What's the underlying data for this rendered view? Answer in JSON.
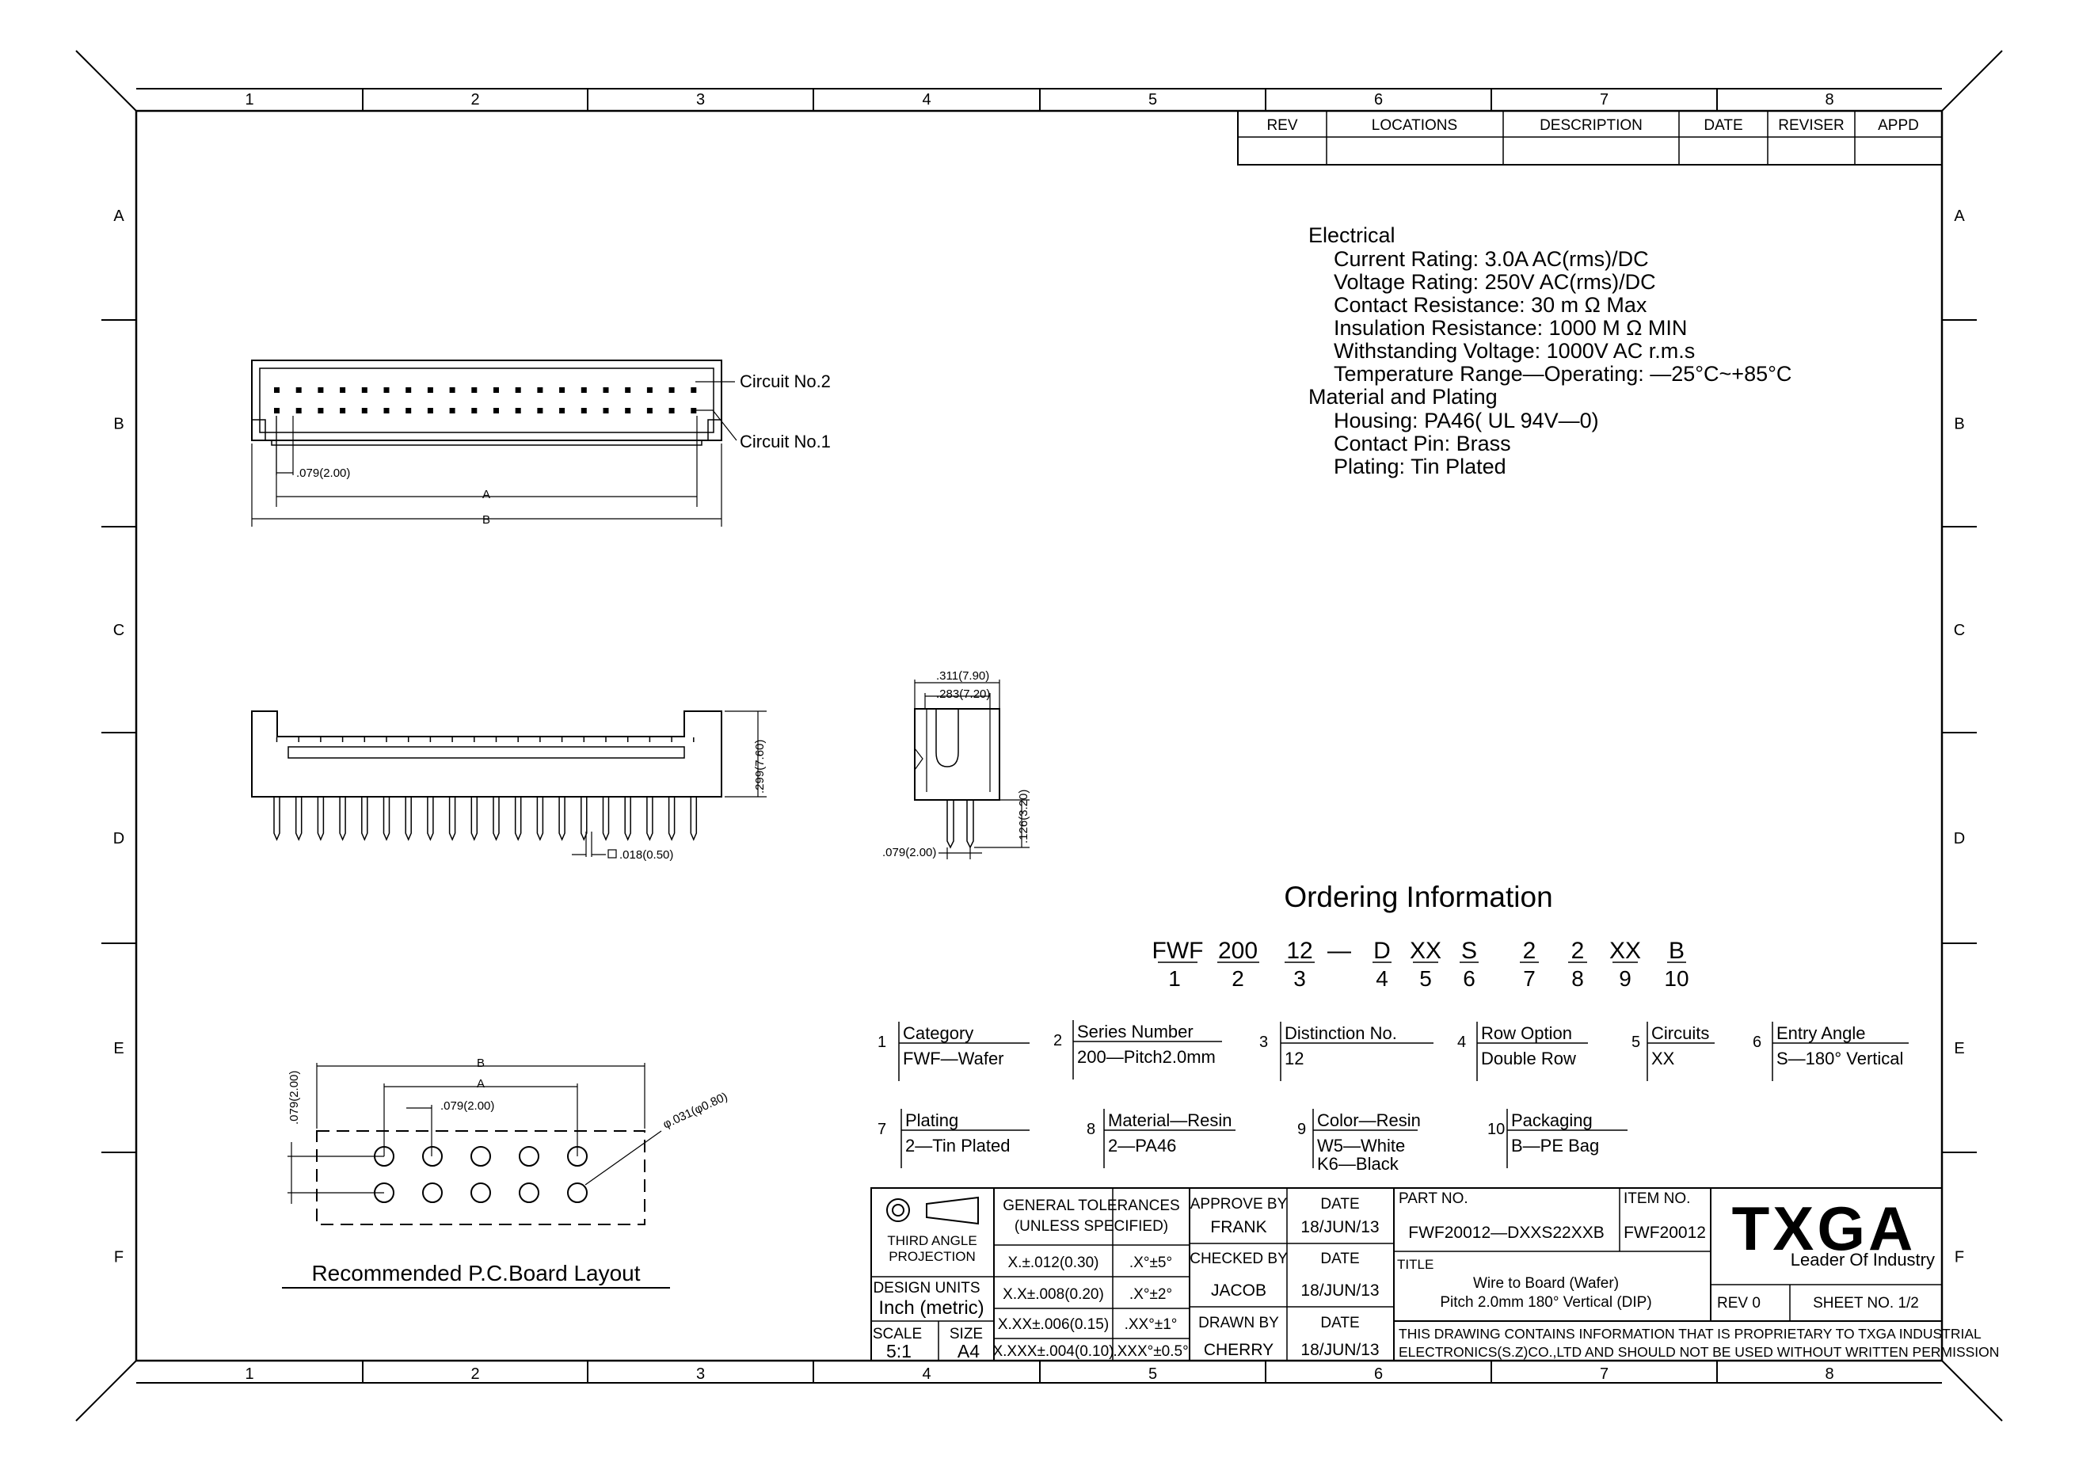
{
  "frame": {
    "top_cols": [
      "1",
      "2",
      "3",
      "4",
      "5",
      "6",
      "7",
      "8"
    ],
    "bottom_cols": [
      "1",
      "2",
      "3",
      "4",
      "5",
      "6",
      "7",
      "8"
    ],
    "rows": [
      "A",
      "B",
      "C",
      "D",
      "E",
      "F"
    ]
  },
  "revision_table": {
    "headers": [
      "REV",
      "LOCATIONS",
      "DESCRIPTION",
      "DATE",
      "REVISER",
      "APPD"
    ]
  },
  "specs": {
    "electrical_heading": "Electrical",
    "electrical": [
      "Current Rating: 3.0A  AC(rms)/DC",
      "Voltage Rating: 250V  AC(rms)/DC",
      "Contact  Resistance: 30  m Ω  Max",
      "Insulation  Resistance: 1000  M Ω  MIN",
      "Withstanding  Voltage: 1000V  AC  r.m.s",
      "Temperature  Range—Operating: —25°C~+85°C"
    ],
    "material_heading": "Material  and  Plating",
    "material": [
      "Housing: PA46(  UL  94V—0)",
      "Contact  Pin: Brass",
      "Plating: Tin  Plated"
    ]
  },
  "top_view": {
    "circuit2": "Circuit  No.2",
    "circuit1": "Circuit  No.1",
    "pitch_dim": ".079(2.00)",
    "dim_a": "A",
    "dim_b": "B"
  },
  "front_view": {
    "pin_dim": ".018(0.50)",
    "height_dim": ".299(7.60)"
  },
  "side_view": {
    "dim_outer": ".311(7.90)",
    "dim_inner": ".283(7.20)",
    "dim_pin": ".126(3.20)",
    "dim_pitch": ".079(2.00)"
  },
  "pcb": {
    "dim_b": "B",
    "dim_a": "A",
    "pitch_h": ".079(2.00)",
    "pitch_v": ".079(2.00)",
    "hole": "φ.031(φ0.80)",
    "caption": "Recommended  P.C.Board  Layout"
  },
  "ordering": {
    "title": "Ordering  Information",
    "codes": [
      "FWF",
      "200",
      "12",
      "—",
      "D",
      "XX",
      "S",
      "2",
      "2",
      "XX",
      "B"
    ],
    "numbers": [
      "1",
      "2",
      "3",
      "4",
      "5",
      "6",
      "7",
      "8",
      "9",
      "10"
    ],
    "fields": [
      {
        "num": "1",
        "name": "Category",
        "value": "FWF—Wafer"
      },
      {
        "num": "2",
        "name": "Series Number",
        "value": "200—Pitch2.0mm"
      },
      {
        "num": "3",
        "name": "Distinction No.",
        "value": "12"
      },
      {
        "num": "4",
        "name": "Row Option",
        "value": "Double Row"
      },
      {
        "num": "5",
        "name": "Circuits",
        "value": "XX"
      },
      {
        "num": "6",
        "name": "Entry Angle",
        "value": "S—180° Vertical"
      },
      {
        "num": "7",
        "name": "Plating",
        "value": "2—Tin Plated"
      },
      {
        "num": "8",
        "name": "Material—Resin",
        "value": "2—PA46"
      },
      {
        "num": "9",
        "name": "Color—Resin",
        "value": "W5—White",
        "value2": "K6—Black"
      },
      {
        "num": "10",
        "name": "Packaging",
        "value": "B—PE Bag"
      }
    ]
  },
  "title_block": {
    "projection1": "THIRD ANGLE",
    "projection2": "PROJECTION",
    "design_units": "DESIGN UNITS",
    "units": "Inch  (metric)",
    "scale_label": "SCALE",
    "scale": "5:1",
    "size_label": "SIZE",
    "size": "A4",
    "tol_title1": "GENERAL TOLERANCES",
    "tol_title2": "(UNLESS SPECIFIED)",
    "tol": [
      [
        "X.±.012(0.30)",
        ".X°±5°"
      ],
      [
        "X.X±.008(0.20)",
        ".X°±2°"
      ],
      [
        "X.XX±.006(0.15)",
        ".XX°±1°"
      ],
      [
        "X.XXX±.004(0.10)",
        ".XXX°±0.5°"
      ]
    ],
    "approve_by": "APPROVE BY",
    "approver": "FRANK",
    "checked_by": "CHECKED BY",
    "checker": "JACOB",
    "drawn_by": "DRAWN BY",
    "drawer": "CHERRY",
    "date_label": "DATE",
    "date": "18/JUN/13",
    "part_no_label": "PART NO.",
    "part_no": "FWF20012—DXXS22XXB",
    "item_no_label": "ITEM NO.",
    "item_no": "FWF20012",
    "title_label": "TITLE",
    "title1": "Wire  to  Board  (Wafer)",
    "title2": "Pitch  2.0mm  180°  Vertical  (DIP)",
    "rev": "REV 0",
    "sheet": "SHEET NO. 1/2",
    "prop1": "THIS DRAWING CONTAINS INFORMATION THAT IS PROPRIETARY TO TXGA INDUSTRIAL",
    "prop2": "ELECTRONICS(S.Z)CO.,LTD AND SHOULD NOT BE USED WITHOUT WRITTEN PERMISSION",
    "logo": "TXGA",
    "slogan": "Leader Of Industry"
  }
}
